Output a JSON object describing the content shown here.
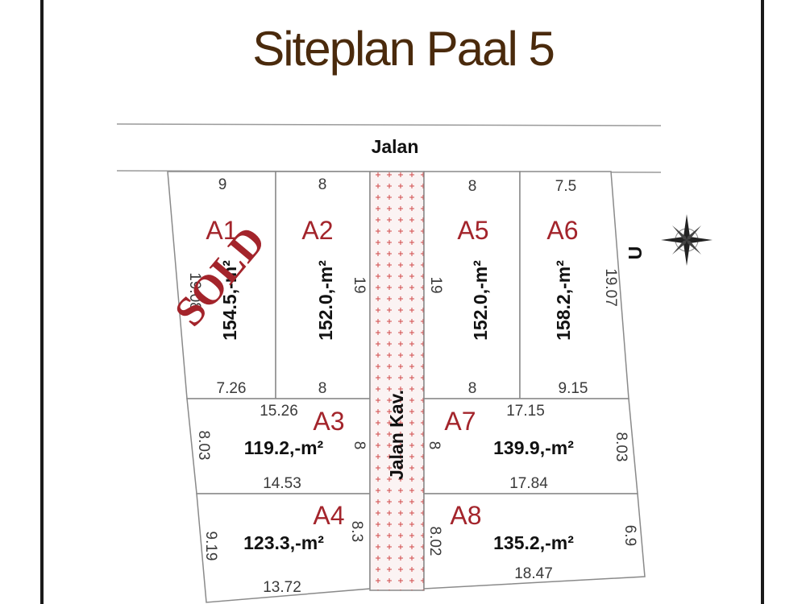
{
  "title": "Siteplan Paal 5",
  "road_top": "Jalan",
  "road_mid": "Jalan Kav.",
  "compass_label": "U",
  "sold_stamp": "SOLD",
  "lots": {
    "A1": {
      "label": "A1",
      "area": "154.5,-m²",
      "top": "9",
      "bottom": "7.26",
      "left": "19.08"
    },
    "A2": {
      "label": "A2",
      "area": "152.0,-m²",
      "top": "8",
      "bottom": "8",
      "right": "19"
    },
    "A5": {
      "label": "A5",
      "area": "152.0,-m²",
      "top": "8",
      "bottom": "8",
      "left": "19"
    },
    "A6": {
      "label": "A6",
      "area": "158.2,-m²",
      "top": "7.5",
      "bottom": "9.15",
      "right": "19.07"
    },
    "A3": {
      "label": "A3",
      "area": "119.2,-m²",
      "top": "15.26",
      "bottom": "14.53",
      "left": "8.03",
      "right": "8"
    },
    "A7": {
      "label": "A7",
      "area": "139.9,-m²",
      "top": "17.15",
      "bottom": "17.84",
      "left": "8",
      "right": "8.03"
    },
    "A4": {
      "label": "A4",
      "area": "123.3,-m²",
      "bottom": "13.72",
      "left": "9.19",
      "right": "8.3"
    },
    "A8": {
      "label": "A8",
      "area": "135.2,-m²",
      "bottom": "18.47",
      "left": "8.02",
      "right": "6.9"
    }
  },
  "colors": {
    "lot_label": "#a3242b",
    "title": "#4a2a0c",
    "road_dots": "#d14a4a"
  }
}
